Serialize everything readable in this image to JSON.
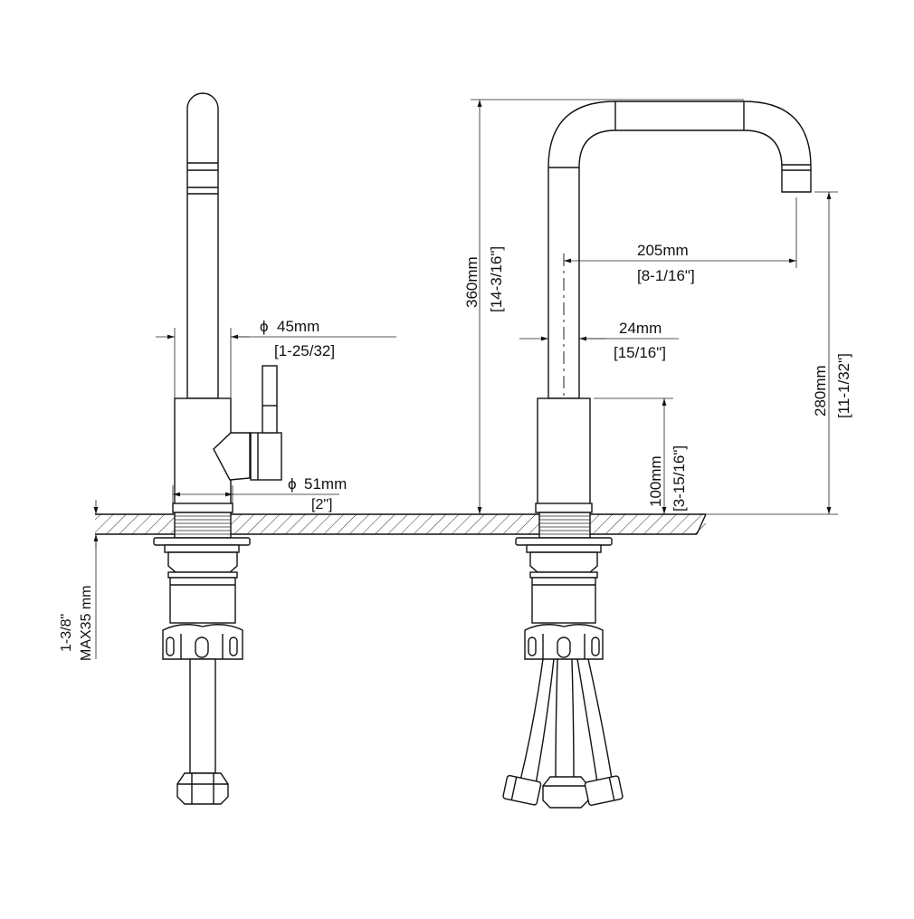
{
  "diagram": {
    "dimensions": {
      "spout_reach": {
        "value": "205mm",
        "imperial": "[8-1/16\"]"
      },
      "total_height": {
        "value": "360mm",
        "imperial": "[14-3/16\"]"
      },
      "spout_height": {
        "value": "280mm",
        "imperial": "[11-1/32\"]"
      },
      "body_height": {
        "value": "100mm",
        "imperial": "[3-15/16\"]"
      },
      "tube_diameter": {
        "value": "24mm",
        "imperial": "[15/16\"]"
      },
      "body_diameter": {
        "symbol": "ϕ",
        "value": "45mm",
        "imperial": "[1-25/32]"
      },
      "base_diameter": {
        "symbol": "ϕ",
        "value": "51mm",
        "imperial": "[2\"]"
      },
      "deck_thickness": {
        "value": "MAX35 mm",
        "imperial": "1-3/8\""
      }
    },
    "colors": {
      "line": "#111111",
      "background": "#ffffff"
    }
  }
}
